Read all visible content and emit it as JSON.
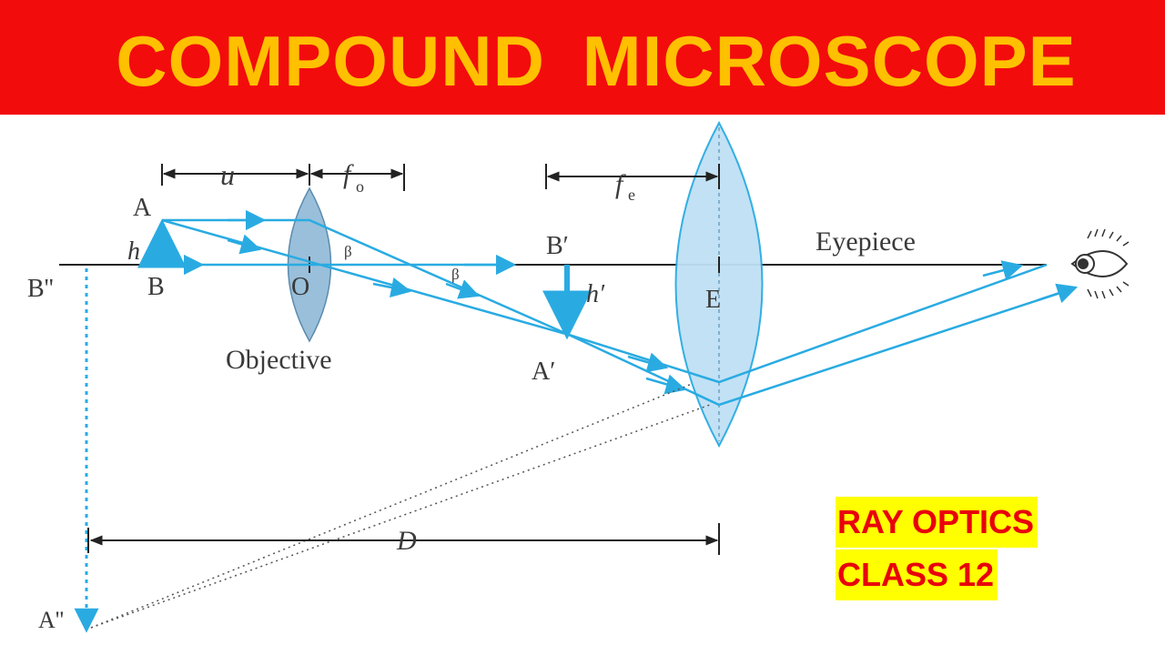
{
  "banner": {
    "title": "COMPOUND  MICROSCOPE"
  },
  "diagram": {
    "labels": {
      "A": "A",
      "B": "B",
      "h": "h",
      "O": "O",
      "B_dd": "B''",
      "A_dd": "A''",
      "B_p": "B′",
      "A_p": "A′",
      "h_p": "h′",
      "E": "E",
      "beta1": "β",
      "beta2": "β",
      "u": "u",
      "fo_f": "f",
      "fo_sub": "o",
      "fe_f": "f",
      "fe_sub": "e",
      "D": "D",
      "objective": "Objective",
      "eyepiece": "Eyepiece"
    },
    "colors": {
      "ray": "#29abe2",
      "lens_objective": "#8fb9d6",
      "lens_eyepiece": "#bfe0f5",
      "axis": "#222222",
      "banner": "#f20c0c",
      "title": "#ffc000"
    },
    "icons": [
      "eye-icon"
    ]
  },
  "tags": {
    "line1": "RAY OPTICS",
    "line2": "CLASS 12"
  }
}
